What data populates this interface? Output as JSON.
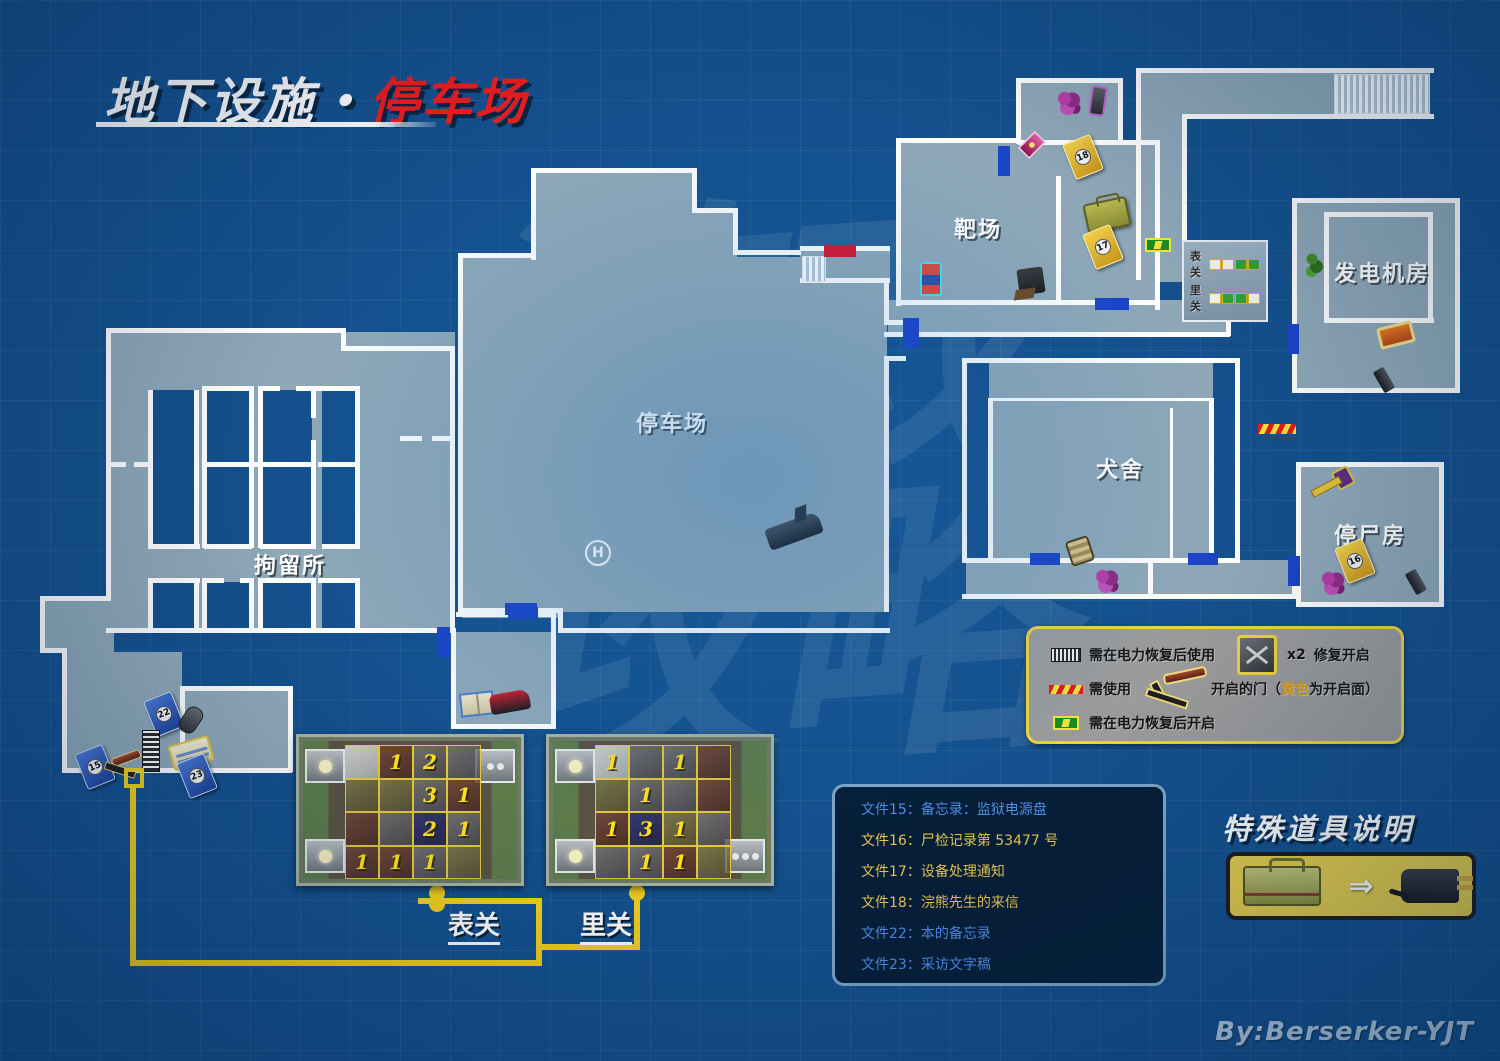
{
  "title": {
    "prefix": "地下设施・",
    "highlight": "停车场"
  },
  "signature": "By:Berserker-YJT",
  "watermark": "游戏\n攻略",
  "rooms": [
    {
      "name": "拘留所"
    },
    {
      "name": "停车场"
    },
    {
      "name": "靶场"
    },
    {
      "name": "犬舍"
    },
    {
      "name": "发电机房"
    },
    {
      "name": "停尸房"
    }
  ],
  "status_panel": {
    "rows": [
      {
        "label": "表关",
        "cells": [
          "off",
          "off",
          "on",
          "on"
        ]
      },
      {
        "label": "里关",
        "cells": [
          "off",
          "on",
          "on",
          "off"
        ]
      }
    ]
  },
  "legend": {
    "entries": [
      {
        "icon": "shutter-icon",
        "text": "需在电力恢复后使用"
      },
      {
        "icon": "hazard-tape-icon",
        "text": "需使用"
      },
      {
        "icon": "green-door-icon",
        "text": "需在电力恢复后开启"
      }
    ],
    "fuse": {
      "icon": "fuse-block-icon",
      "count": "x2",
      "text": "修复开启"
    },
    "crank": {
      "icon": "crank-handle-icon",
      "text_before": "开启的门（",
      "text_highlight": "黄色",
      "text_after": "为开启面）"
    }
  },
  "file_list": [
    {
      "id": "文件15",
      "name": "备忘录：监狱电源盘",
      "color": "blue"
    },
    {
      "id": "文件16",
      "name": "尸检记录第 53477 号",
      "color": "gold"
    },
    {
      "id": "文件17",
      "name": "设备处理通知",
      "color": "gold"
    },
    {
      "id": "文件18",
      "name": "浣熊先生的来信",
      "color": "gold"
    },
    {
      "id": "文件22",
      "name": "本的备忘录",
      "color": "blue"
    },
    {
      "id": "文件23",
      "name": "采访文字稿",
      "color": "blue"
    }
  ],
  "special_item": {
    "title": "特殊道具说明",
    "from_icon": "toolbox-icon",
    "arrow": "⇒",
    "to_icon": "plug-icon"
  },
  "puzzles": [
    {
      "label": "表关",
      "cells": [
        {
          "n": "",
          "tint": "pale"
        },
        {
          "n": "1",
          "tint": "brown"
        },
        {
          "n": "2",
          "tint": "grey"
        },
        {
          "n": "",
          "tint": "grey"
        },
        {
          "n": "",
          "tint": "olive"
        },
        {
          "n": "",
          "tint": "olive"
        },
        {
          "n": "3",
          "tint": "grey"
        },
        {
          "n": "1",
          "tint": "brown"
        },
        {
          "n": "",
          "tint": "brown"
        },
        {
          "n": "",
          "tint": "grey"
        },
        {
          "n": "2",
          "tint": "navy"
        },
        {
          "n": "1",
          "tint": "grey"
        },
        {
          "n": "1",
          "tint": "brown"
        },
        {
          "n": "1",
          "tint": "brown"
        },
        {
          "n": "1",
          "tint": "grey"
        },
        {
          "n": "",
          "tint": "olive"
        }
      ],
      "terminals": [
        "top-left",
        "top-right",
        "bottom-left"
      ]
    },
    {
      "label": "里关",
      "cells": [
        {
          "n": "1",
          "tint": "pale"
        },
        {
          "n": "",
          "tint": "grey"
        },
        {
          "n": "1",
          "tint": "grey"
        },
        {
          "n": "",
          "tint": "brown"
        },
        {
          "n": "",
          "tint": "olive"
        },
        {
          "n": "1",
          "tint": "grey"
        },
        {
          "n": "",
          "tint": "grey"
        },
        {
          "n": "",
          "tint": "brown"
        },
        {
          "n": "1",
          "tint": "brown"
        },
        {
          "n": "3",
          "tint": "navy"
        },
        {
          "n": "1",
          "tint": "olive"
        },
        {
          "n": "",
          "tint": "grey"
        },
        {
          "n": "",
          "tint": "grey"
        },
        {
          "n": "1",
          "tint": "grey"
        },
        {
          "n": "1",
          "tint": "brown"
        },
        {
          "n": "",
          "tint": "olive"
        }
      ],
      "terminals": [
        "top-left",
        "bottom-left",
        "bottom-right"
      ]
    }
  ],
  "map_markers": [
    {
      "icon": "file-item",
      "num": "15"
    },
    {
      "icon": "file-item",
      "num": "16"
    },
    {
      "icon": "file-item",
      "num": "17"
    },
    {
      "icon": "file-item",
      "num": "18"
    },
    {
      "icon": "file-item",
      "num": "22"
    },
    {
      "icon": "file-item",
      "num": "23"
    },
    {
      "icon": "heliport-marker",
      "num": "H"
    }
  ],
  "colors": {
    "bg_blue": "#14508d",
    "room_fill": "#8fa8b8",
    "wall_white": "#ffffff",
    "door_blue": "#1b44c8",
    "door_red": "#d8142a",
    "door_green": "#1a8a22",
    "accent_yellow": "#f5d01e",
    "title_red": "#ee1c1c",
    "file_blue": "#4f8fe8",
    "file_gold": "#e8c54c"
  }
}
